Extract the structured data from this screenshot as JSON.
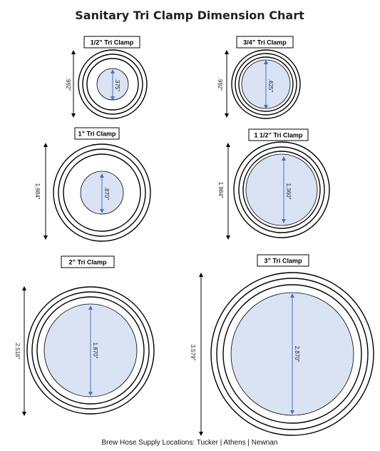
{
  "title": "Sanitary Tri Clamp Dimension Chart",
  "footer": "Brew Hose Supply Locations: Tucker | Athens | Newnan",
  "clamps": [
    {
      "label": "1/2” Tri Clamp",
      "outer": ".992\"",
      "inner": ".375\""
    },
    {
      "label": "3/4” Tri Clamp",
      "outer": ".992\"",
      "inner": ".625\""
    },
    {
      "label": "1” Tri Clamp",
      "outer": "1.984\"",
      "inner": ".870\""
    },
    {
      "label": "1 1/2” Tri Clamp",
      "outer": "1.984\"",
      "inner": "1.360\""
    },
    {
      "label": "2” Tri Clamp",
      "outer": "2.516\"",
      "inner": "1.870\""
    },
    {
      "label": "3” Tri Clamp",
      "outer": "3.579\"",
      "inner": "2.870\""
    }
  ],
  "colors": {
    "fill": "#dae3f3",
    "arrow_inner": "#4472c4",
    "ring": "#000000"
  }
}
